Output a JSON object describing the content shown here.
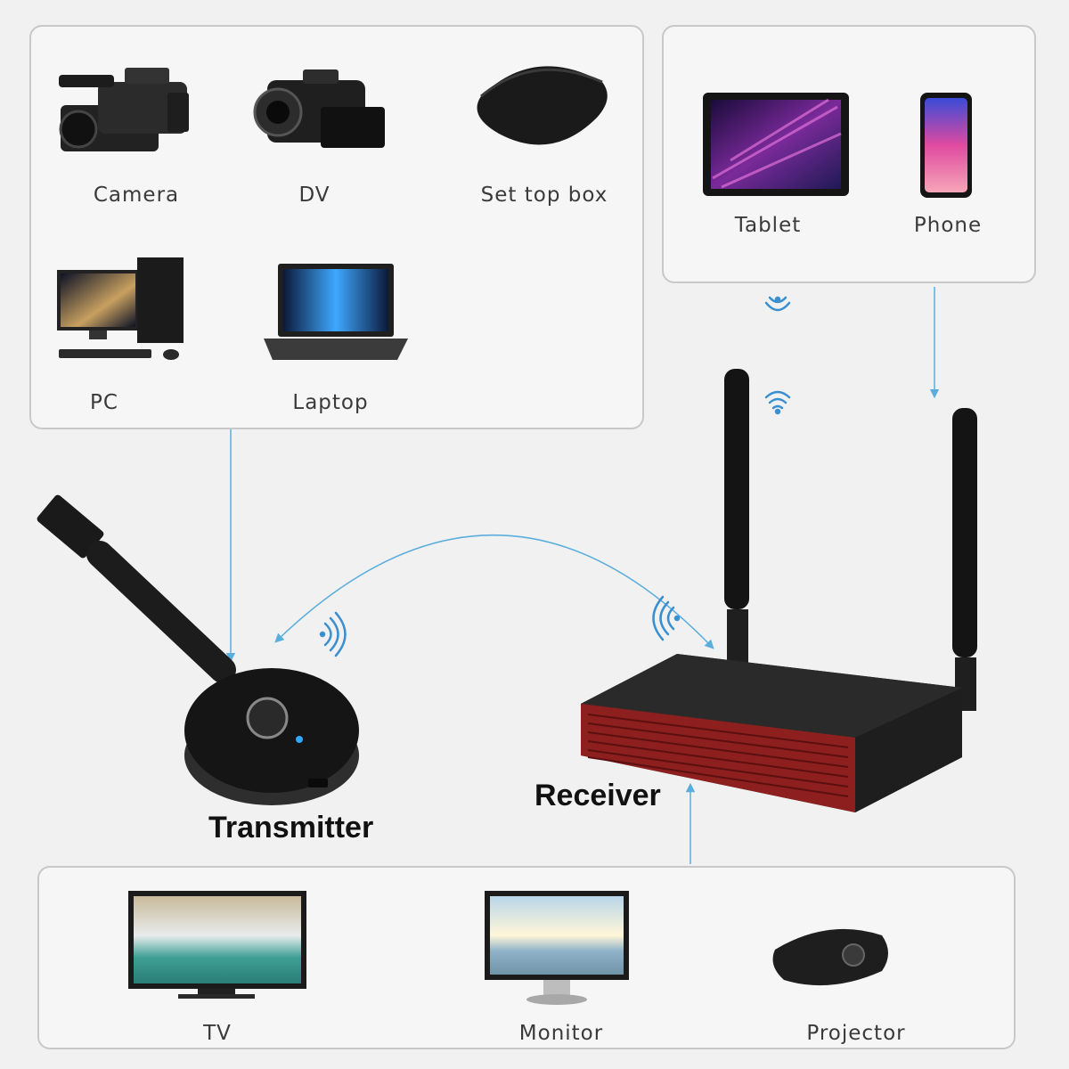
{
  "sources": {
    "items": [
      {
        "label": "Camera",
        "icon": "camcorder-icon"
      },
      {
        "label": "DV",
        "icon": "handycam-icon"
      },
      {
        "label": "Set top box",
        "icon": "set-top-box-icon"
      },
      {
        "label": "PC",
        "icon": "desktop-pc-icon"
      },
      {
        "label": "Laptop",
        "icon": "laptop-icon"
      }
    ]
  },
  "mobile": {
    "items": [
      {
        "label": "Tablet",
        "icon": "tablet-icon"
      },
      {
        "label": "Phone",
        "icon": "phone-icon"
      }
    ]
  },
  "devices": {
    "transmitter": "Transmitter",
    "receiver": "Receiver"
  },
  "displays": {
    "items": [
      {
        "label": "TV",
        "icon": "tv-icon"
      },
      {
        "label": "Monitor",
        "icon": "monitor-icon"
      },
      {
        "label": "Projector",
        "icon": "projector-icon"
      }
    ]
  },
  "colors": {
    "arrow": "#5aaedc",
    "receiver_accent": "#8e1f1f"
  }
}
